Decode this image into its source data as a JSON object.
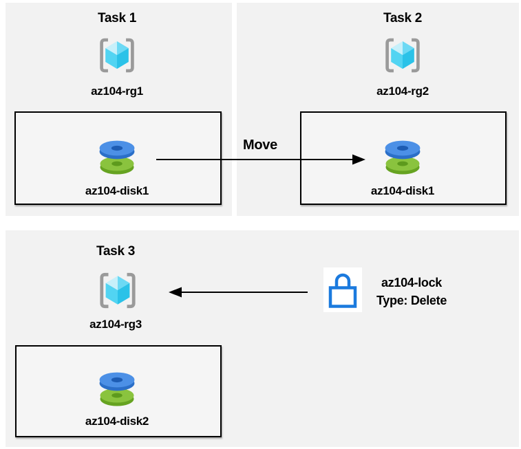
{
  "diagram": {
    "tasks": [
      {
        "title": "Task 1",
        "resource_group": "az104-rg1",
        "disk": "az104-disk1"
      },
      {
        "title": "Task 2",
        "resource_group": "az104-rg2",
        "disk": "az104-disk1"
      },
      {
        "title": "Task 3",
        "resource_group": "az104-rg3",
        "disk": "az104-disk2"
      }
    ],
    "move_arrow_label": "Move",
    "lock": {
      "name": "az104-lock",
      "type": "Type: Delete"
    }
  },
  "colors": {
    "panel_bg": "#f2f2f2",
    "box_border": "#000000",
    "arrow": "#000000",
    "bracket_gray": "#9a9a9a",
    "cube_top_left": "#c7f0fa",
    "cube_top_right": "#6cd9f4",
    "cube_bottom_left": "#52d4f2",
    "cube_bottom_right": "#2bc2e8",
    "disk_blue_top": "#4c90e6",
    "disk_blue_side": "#2b6fc8",
    "disk_blue_hole": "#1d5cb3",
    "disk_green_top": "#8ac33e",
    "disk_green_side": "#66a321",
    "disk_green_hole": "#5d9a1d",
    "lock_blue": "#1b7ade"
  }
}
